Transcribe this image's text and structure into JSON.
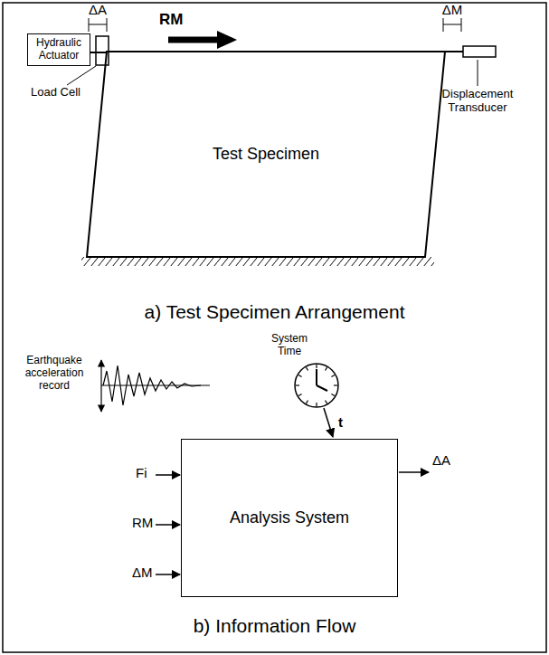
{
  "diagram": {
    "nodes": [
      {
        "text": [
          "Hydraulic Actuator"
        ]
      },
      {
        "text": [
          "Test Specimen"
        ]
      },
      {
        "text": [
          "Analysis System"
        ]
      }
    ],
    "edges": [
      {
        "from": 0,
        "to": 1,
        "arrow": "none"
      }
    ],
    "labels": [
      "ΔA",
      "RM",
      "ΔM",
      "Load Cell",
      "Displacement Transducer",
      "a) Test Specimen Arrangement",
      "Earthquake acceleration record",
      "System Time",
      "t",
      "Fi",
      "RM",
      "ΔM",
      "ΔA",
      "b) Information Flow"
    ]
  }
}
